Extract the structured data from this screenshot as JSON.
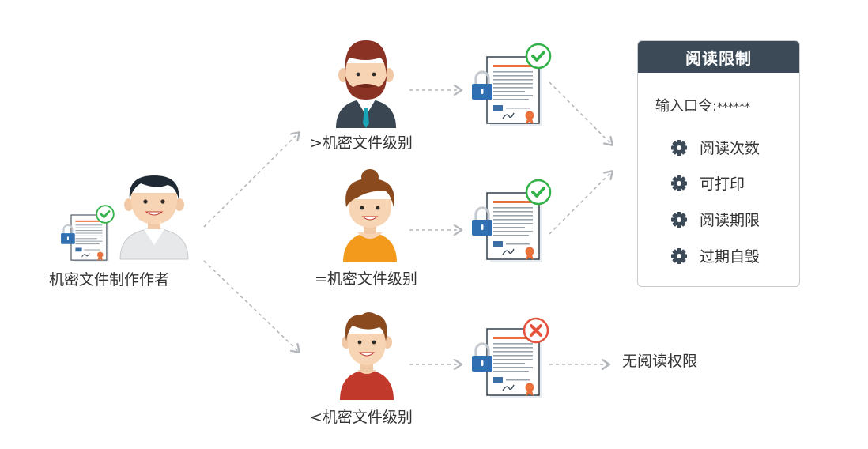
{
  "author": {
    "label": "机密文件制作作者"
  },
  "recipients": [
    {
      "label": ">机密文件级别",
      "access": "granted"
    },
    {
      "label": "=机密文件级别",
      "access": "granted"
    },
    {
      "label": "<机密文件级别",
      "access": "denied"
    }
  ],
  "no_access": {
    "label": "无阅读权限"
  },
  "panel": {
    "title": "阅读限制",
    "password_label": "输入口令:",
    "password_value": "******",
    "items": [
      {
        "label": "阅读次数",
        "icon": "gear-icon"
      },
      {
        "label": "可打印",
        "icon": "gear-icon"
      },
      {
        "label": "阅读期限",
        "icon": "gear-icon"
      },
      {
        "label": "过期自毁",
        "icon": "gear-icon"
      }
    ]
  },
  "colors": {
    "granted": "#34b24a",
    "denied": "#e5533d",
    "lock": "#2f6fb2",
    "panel_header": "#3c4a57",
    "arrow": "#b4b8bc"
  }
}
